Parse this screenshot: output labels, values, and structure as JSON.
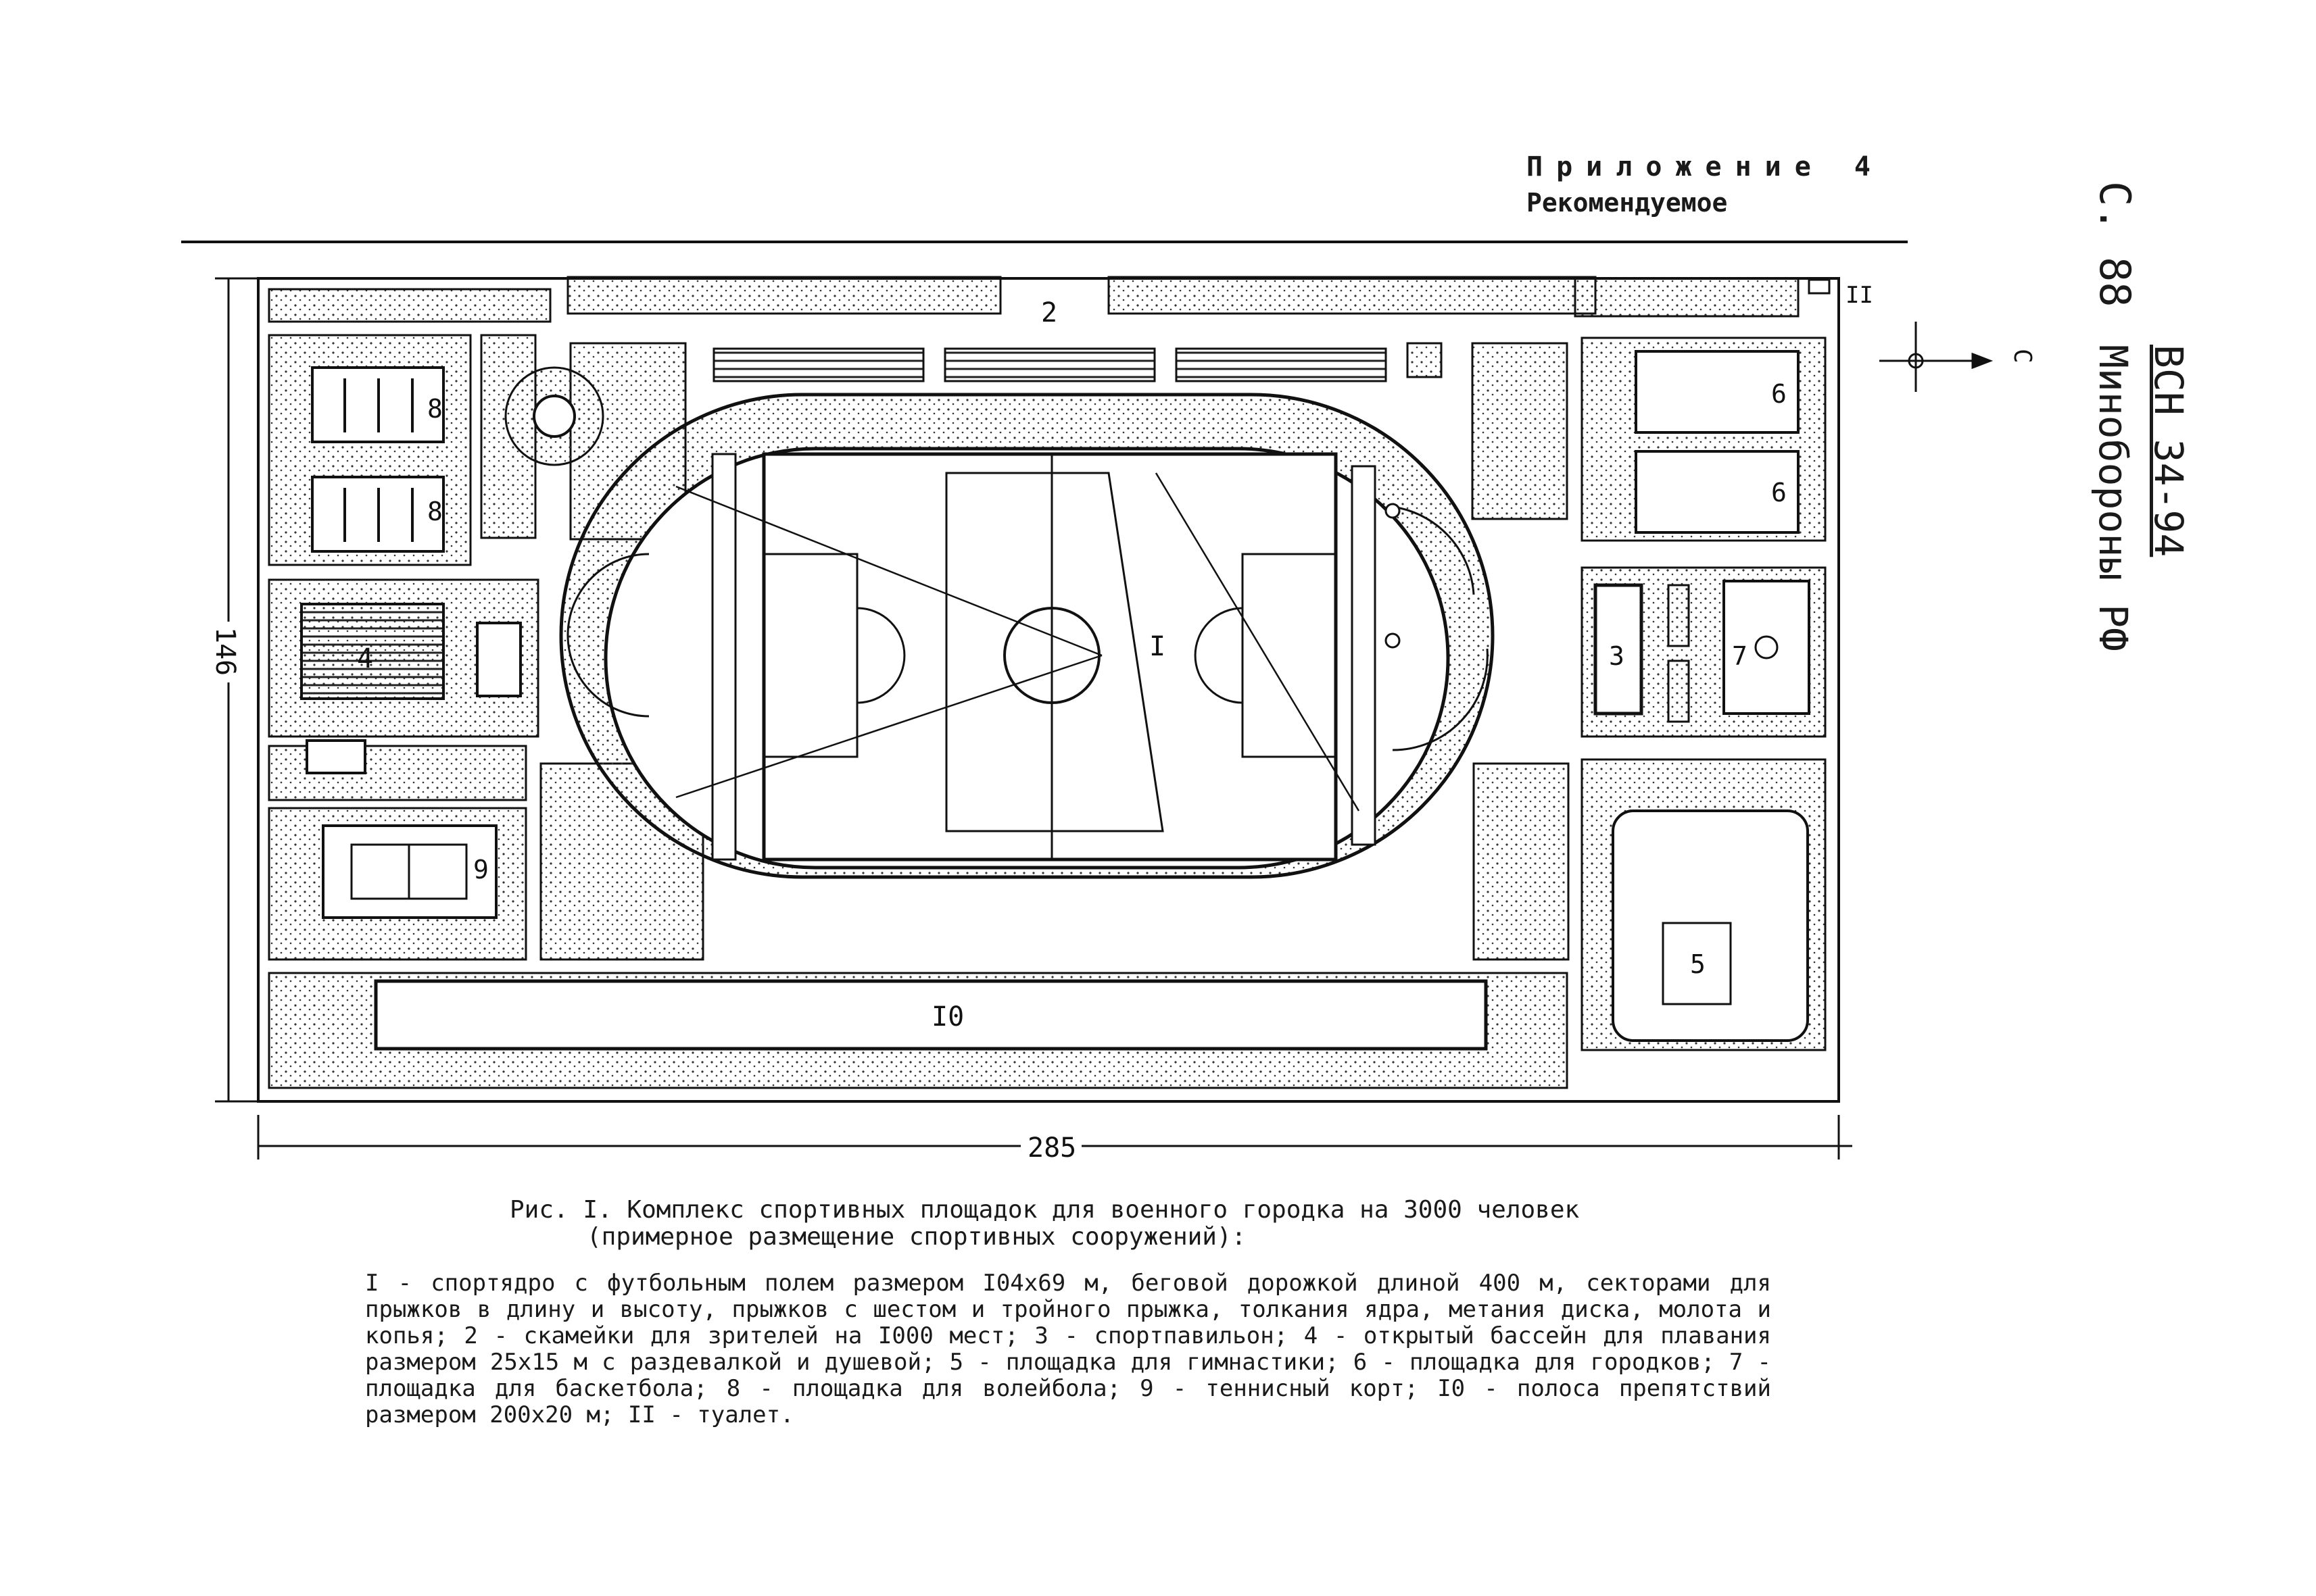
{
  "header": {
    "appendix_title": "Приложение 4",
    "appendix_status": "Рекомендуемое",
    "page_number": "С. 88",
    "doc_code": "ВСН 34-94",
    "doc_org": "Минобороны РФ"
  },
  "plan": {
    "dimension_height": "146",
    "dimension_width": "285",
    "north_label": "С",
    "labels": {
      "stadium": "I",
      "benches": "2",
      "pavilion": "3",
      "pool": "4",
      "gymnastics": "5",
      "gorodki_a": "6",
      "gorodki_b": "6",
      "basketball": "7",
      "volleyball_a": "8",
      "volleyball_b": "8",
      "tennis": "9",
      "obstacle": "I0",
      "toilet": "II"
    }
  },
  "caption": {
    "title": "Рис. I. Комплекс спортивных площадок для военного городка на 3000 человек",
    "subtitle": "(примерное размещение спортивных сооружений):",
    "legend": "I - спортядро с футбольным полем размером I04х69 м, беговой дорожкой длиной 400 м, секторами для прыжков в длину и высоту, прыжков с шестом и тройного прыжка, толкания ядра, метания диска, молота и копья; 2 - скамейки для зрителей на I000 мест; 3 - спортпавильон; 4 - открытый бассейн для плавания размером 25х15 м с раздевалкой и душевой; 5 - площадка для гимнастики; 6 - площадка для городков; 7 - площадка для баскетбола; 8 - площадка для волейбола; 9 - теннисный корт; I0 - полоса препятствий размером 200х20 м; II - туалет."
  }
}
